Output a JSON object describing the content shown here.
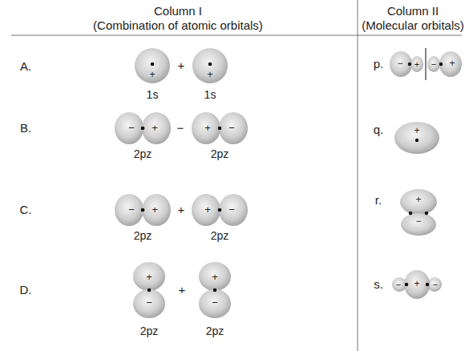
{
  "diagram": {
    "labels": [
      "Column I",
      "(Combination of atomic orbitals)",
      "Column II",
      "(Molecular orbitals)",
      "A.",
      "+",
      "+",
      "+",
      "1s",
      "1s",
      "B.",
      "−",
      "+",
      "−",
      "+",
      "−",
      "2pz",
      "2pz",
      "C.",
      "−",
      "+",
      "+",
      "+",
      "−",
      "2pz",
      "2pz",
      "D.",
      "+",
      "−",
      "+",
      "+",
      "−",
      "2pz",
      "2pz",
      "p.",
      "−",
      "+",
      "−",
      "+",
      "q.",
      "+",
      "r.",
      "+",
      "−",
      "s.",
      "−",
      "+",
      "−"
    ]
  }
}
